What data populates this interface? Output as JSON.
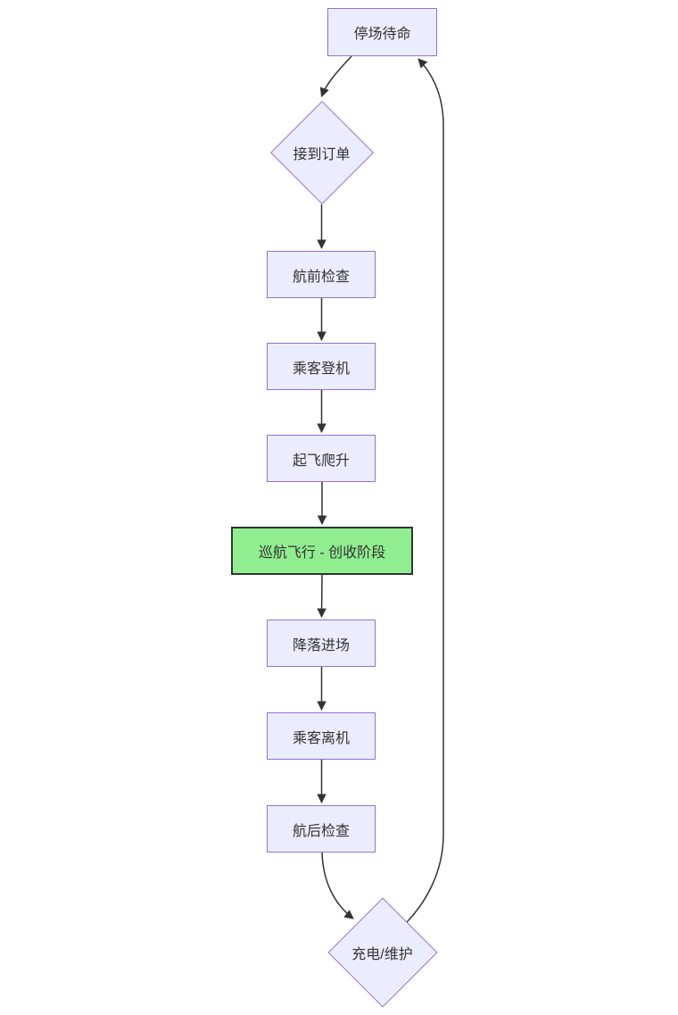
{
  "diagram": {
    "type": "flowchart",
    "direction": "top-down",
    "background": "#ffffff",
    "nodes": {
      "standby": {
        "label": "停场待命",
        "shape": "rect"
      },
      "order": {
        "label": "接到订单",
        "shape": "diamond"
      },
      "preflight": {
        "label": "航前检查",
        "shape": "rect"
      },
      "boarding": {
        "label": "乘客登机",
        "shape": "rect"
      },
      "takeoff": {
        "label": "起飞爬升",
        "shape": "rect"
      },
      "cruise": {
        "label": "巡航飞行 - 创收阶段",
        "shape": "rect-highlight"
      },
      "landing": {
        "label": "降落进场",
        "shape": "rect"
      },
      "deplane": {
        "label": "乘客离机",
        "shape": "rect"
      },
      "postflight": {
        "label": "航后检查",
        "shape": "rect"
      },
      "maintenance": {
        "label": "充电/维护",
        "shape": "diamond"
      }
    },
    "edges": [
      {
        "from": "standby",
        "to": "order"
      },
      {
        "from": "order",
        "to": "preflight"
      },
      {
        "from": "preflight",
        "to": "boarding"
      },
      {
        "from": "boarding",
        "to": "takeoff"
      },
      {
        "from": "takeoff",
        "to": "cruise"
      },
      {
        "from": "cruise",
        "to": "landing"
      },
      {
        "from": "landing",
        "to": "deplane"
      },
      {
        "from": "deplane",
        "to": "postflight"
      },
      {
        "from": "postflight",
        "to": "maintenance"
      },
      {
        "from": "maintenance",
        "to": "standby"
      }
    ],
    "colors": {
      "node_fill": "#ECECFF",
      "node_border": "#9370DB",
      "highlight_fill": "#90EE90",
      "highlight_border": "#333333",
      "edge": "#333333",
      "text": "#333333"
    }
  }
}
